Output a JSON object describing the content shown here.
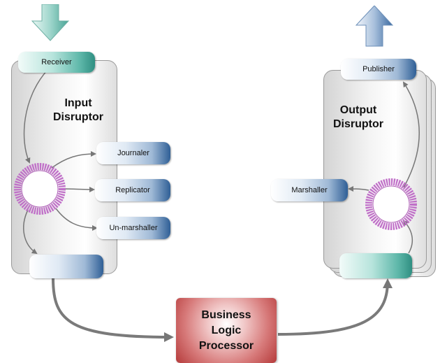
{
  "input_disruptor": {
    "title_line1": "Input",
    "title_line2": "Disruptor",
    "receiver_label": "Receiver",
    "consumers": [
      "Journaler",
      "Replicator",
      "Un-marshaller"
    ]
  },
  "output_disruptor": {
    "title_line1": "Output",
    "title_line2": "Disruptor",
    "publisher_label": "Publisher",
    "marshaller_label": "Marshaller"
  },
  "business_logic_processor": {
    "line1": "Business",
    "line2": "Logic",
    "line3": "Processor"
  },
  "colors": {
    "arrow_gray": "#777777",
    "ring_purple": "#c070c8",
    "processor_red": "#c24a4a",
    "pill_blue": "#2f5f96",
    "pill_teal": "#2f8f82"
  }
}
